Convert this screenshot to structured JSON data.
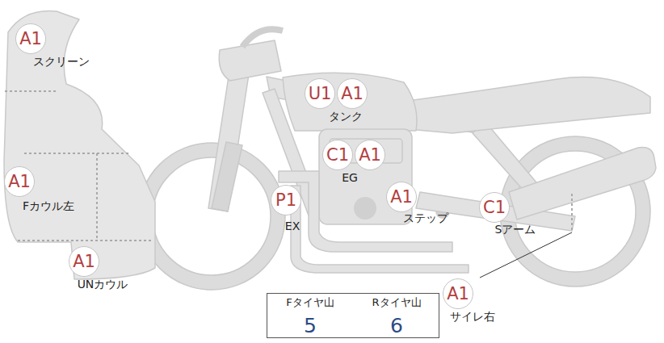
{
  "diagram": {
    "nodes": [
      {
        "text": [
          "A1"
        ]
      },
      {
        "text": [
          "U1"
        ]
      },
      {
        "text": [
          "A1"
        ]
      },
      {
        "text": [
          "C1"
        ]
      },
      {
        "text": [
          "A1"
        ]
      },
      {
        "text": [
          "A1"
        ]
      },
      {
        "text": [
          "P1"
        ]
      },
      {
        "text": [
          "A1"
        ]
      },
      {
        "text": [
          "C1"
        ]
      },
      {
        "text": [
          "A1"
        ]
      },
      {
        "text": [
          "A1"
        ]
      }
    ],
    "labels": [
      "スクリーン",
      "タンク",
      "EG",
      "Fカウル左",
      "EX",
      "ステップ",
      "Sアーム",
      "UNカウル",
      "サイレ右",
      "Fタイヤ山",
      "Rタイヤ山",
      "5",
      "6"
    ]
  }
}
